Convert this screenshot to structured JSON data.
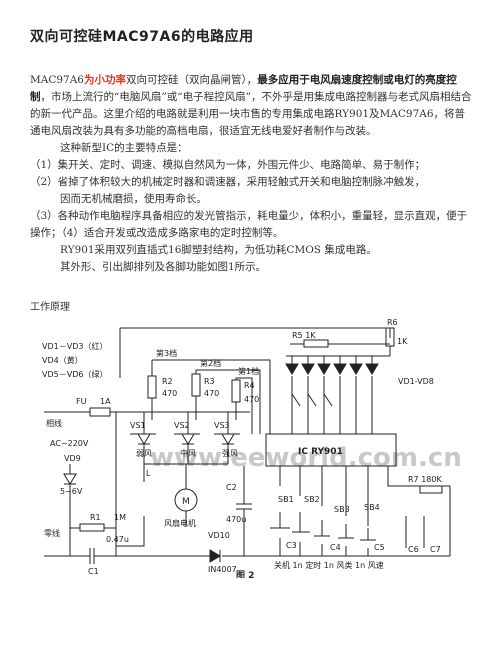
{
  "title": "双向可控硅MAC97A6的电路应用",
  "intro": {
    "part1": "MAC97A6",
    "highlight": "为小功率",
    "part2": "双向可控硅（双向晶闸管），",
    "bold": "最多应用于电风扇速度控制或电灯的亮度控制",
    "part3": "，市场上流行的“电脑风扇”或“电子程控风扇”，不外乎是用集成电路控制器与老式风扇相结合的新一代产品。这里介绍的电路就是利用一块市售的专用集成电路RY901及MAC97A6，将普通电风扇改装为具有多功能的高档电扇，很适宜无线电爱好者制作与改装。"
  },
  "features_intro": "这种新型IC的主要特点是：",
  "features": [
    "（1）集开关、定时、调速、模拟自然风为一体，外围元件少、电路简单、易于制作；",
    "（2）省掉了体积较大的机械定时器和调速器，采用轻触式开关和电脑控制脉冲触发，",
    "因而无机械磨损，使用寿命长。",
    "（3）各种动作电脑程序具备相应的发光管指示，耗电量少，体积小，重量轻，显示直观，便于操作；（4）适合开发或改造成多路家电的定时控制等。"
  ],
  "package_note": "RY901采用双列直插式16脚塑封结构，为低功耗CMOS  集成电路。",
  "pin_note": "其外形、引出脚排列及各脚功能如图1所示。",
  "section_title": "工作原理",
  "schematic": {
    "legend1": "VD1－VD3（红）",
    "legend2": "VD4（黄）",
    "legend3": "VD5－VD6（绿）",
    "r5": "R5  1K",
    "r6": "R6",
    "r6v": "1K",
    "vd18": "VD1-VD8",
    "tap3": "第3档",
    "tap2": "第2档",
    "tap1": "第1档",
    "r2": "R2",
    "r2v": "470",
    "r3": "R3",
    "r3v": "470",
    "r4": "R4",
    "r4v": "470",
    "fu": "FU",
    "fuv": "1A",
    "live": "相线",
    "ac": "AC~220V",
    "vs1": "VS1",
    "vs2": "VS2",
    "vs3": "VS3",
    "s1": "弱风",
    "s2": "中风",
    "s3": "强风",
    "ic": "IC   RY901",
    "vd9": "VD9",
    "vd9v": "5~6V",
    "lamp": "L",
    "motor": "M",
    "fanmotor": "风扇电机",
    "r1": "R1",
    "r1v": "1M",
    "c1": "C1",
    "c1v": "0.47u",
    "c2": "C2",
    "c2v": "470u",
    "vd10": "VD10",
    "vd10v": "IN4007",
    "neutral": "零线",
    "r7": "R7  180K",
    "sb1": "SB1",
    "sb2": "SB2",
    "sb3": "SB3",
    "sb4": "SB4",
    "c3": "C3",
    "c4": "C4",
    "c5": "C5",
    "c6": "C6",
    "c7": "C7",
    "keys": "关机  1n  定时  1n  风类  1n  风速",
    "figure": "图 2",
    "watermark": "www.eeworld.com.cn"
  }
}
